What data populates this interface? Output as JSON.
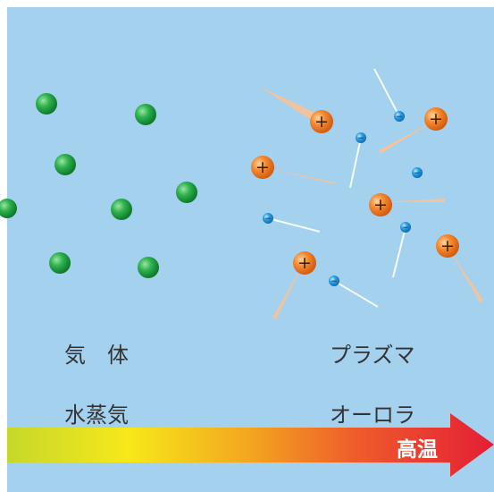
{
  "labels": {
    "gas": "気　体",
    "vapor": "水蒸気",
    "plasma": "プラズマ",
    "aurora": "オーロラ",
    "high_temp": "高温"
  },
  "symbols": {
    "positive": "+",
    "negative": "−"
  },
  "colors": {
    "background": "#a3d1ee",
    "gas_particle": "#22a745",
    "ion": "#ef7f27",
    "electron": "#1a8fd6",
    "gradient": [
      "#c6d82a",
      "#f7e81a",
      "#f2a421",
      "#ee5b2b",
      "#e41e35"
    ]
  }
}
